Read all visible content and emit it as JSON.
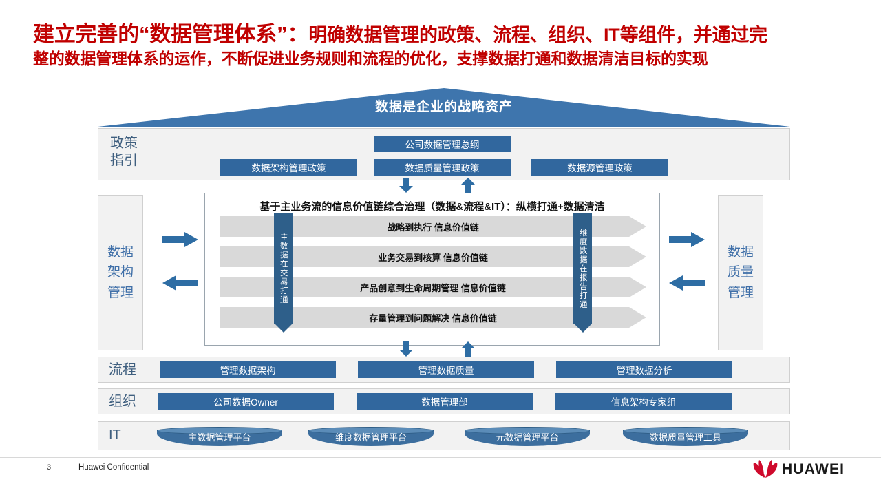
{
  "title": {
    "line1_prefix": "建立完善的“数据管理体系”：",
    "line1_rest": "明确数据管理的政策、流程、组织、IT等组件，并通过完",
    "line2": "整的数据管理体系的运作，不断促进业务规则和流程的优化，支撑数据打通和数据清洁目标的实现"
  },
  "roof": {
    "text": "数据是企业的战略资产"
  },
  "policy": {
    "label_line1": "政策",
    "label_line2": "指引",
    "top_box": "公司数据管理总纲",
    "boxes": [
      "数据架构管理政策",
      "数据质量管理政策",
      "数据源管理政策"
    ]
  },
  "pillars": {
    "left": [
      "数据",
      "架构",
      "管理"
    ],
    "right": [
      "数据",
      "质量",
      "管理"
    ]
  },
  "center": {
    "title": "基于主业务流的信息价值链综合治理（数据&流程&IT）：纵横打通+数据清洁",
    "left_arrow_text": "主数据在交易打通",
    "right_arrow_text": "维度数据在报告打通",
    "chains": [
      "战略到执行 信息价值链",
      "业务交易到核算 信息价值链",
      "产品创意到生命周期管理 信息价值链",
      "存量管理到问题解决 信息价值链"
    ]
  },
  "process": {
    "label": "流程",
    "boxes": [
      "管理数据架构",
      "管理数据质量",
      "管理数据分析"
    ]
  },
  "organization": {
    "label": "组织",
    "boxes": [
      "公司数据Owner",
      "数据管理部",
      "信息架构专家组"
    ]
  },
  "it": {
    "label": "IT",
    "boxes": [
      "主数据管理平台",
      "维度数据管理平台",
      "元数据管理平台",
      "数据质量管理工具"
    ]
  },
  "footer": {
    "page_number": "3",
    "confidential": "Huawei Confidential",
    "brand": "HUAWEI"
  },
  "colors": {
    "title_red": "#C00000",
    "accent_blue": "#31679E",
    "arrow_blue": "#2E5F8A",
    "band_gray": "#F2F2F2",
    "chain_gray": "#D9D9D9",
    "pillar_text_blue": "#3F6FA8",
    "brand_red": "#CF0A2C"
  }
}
